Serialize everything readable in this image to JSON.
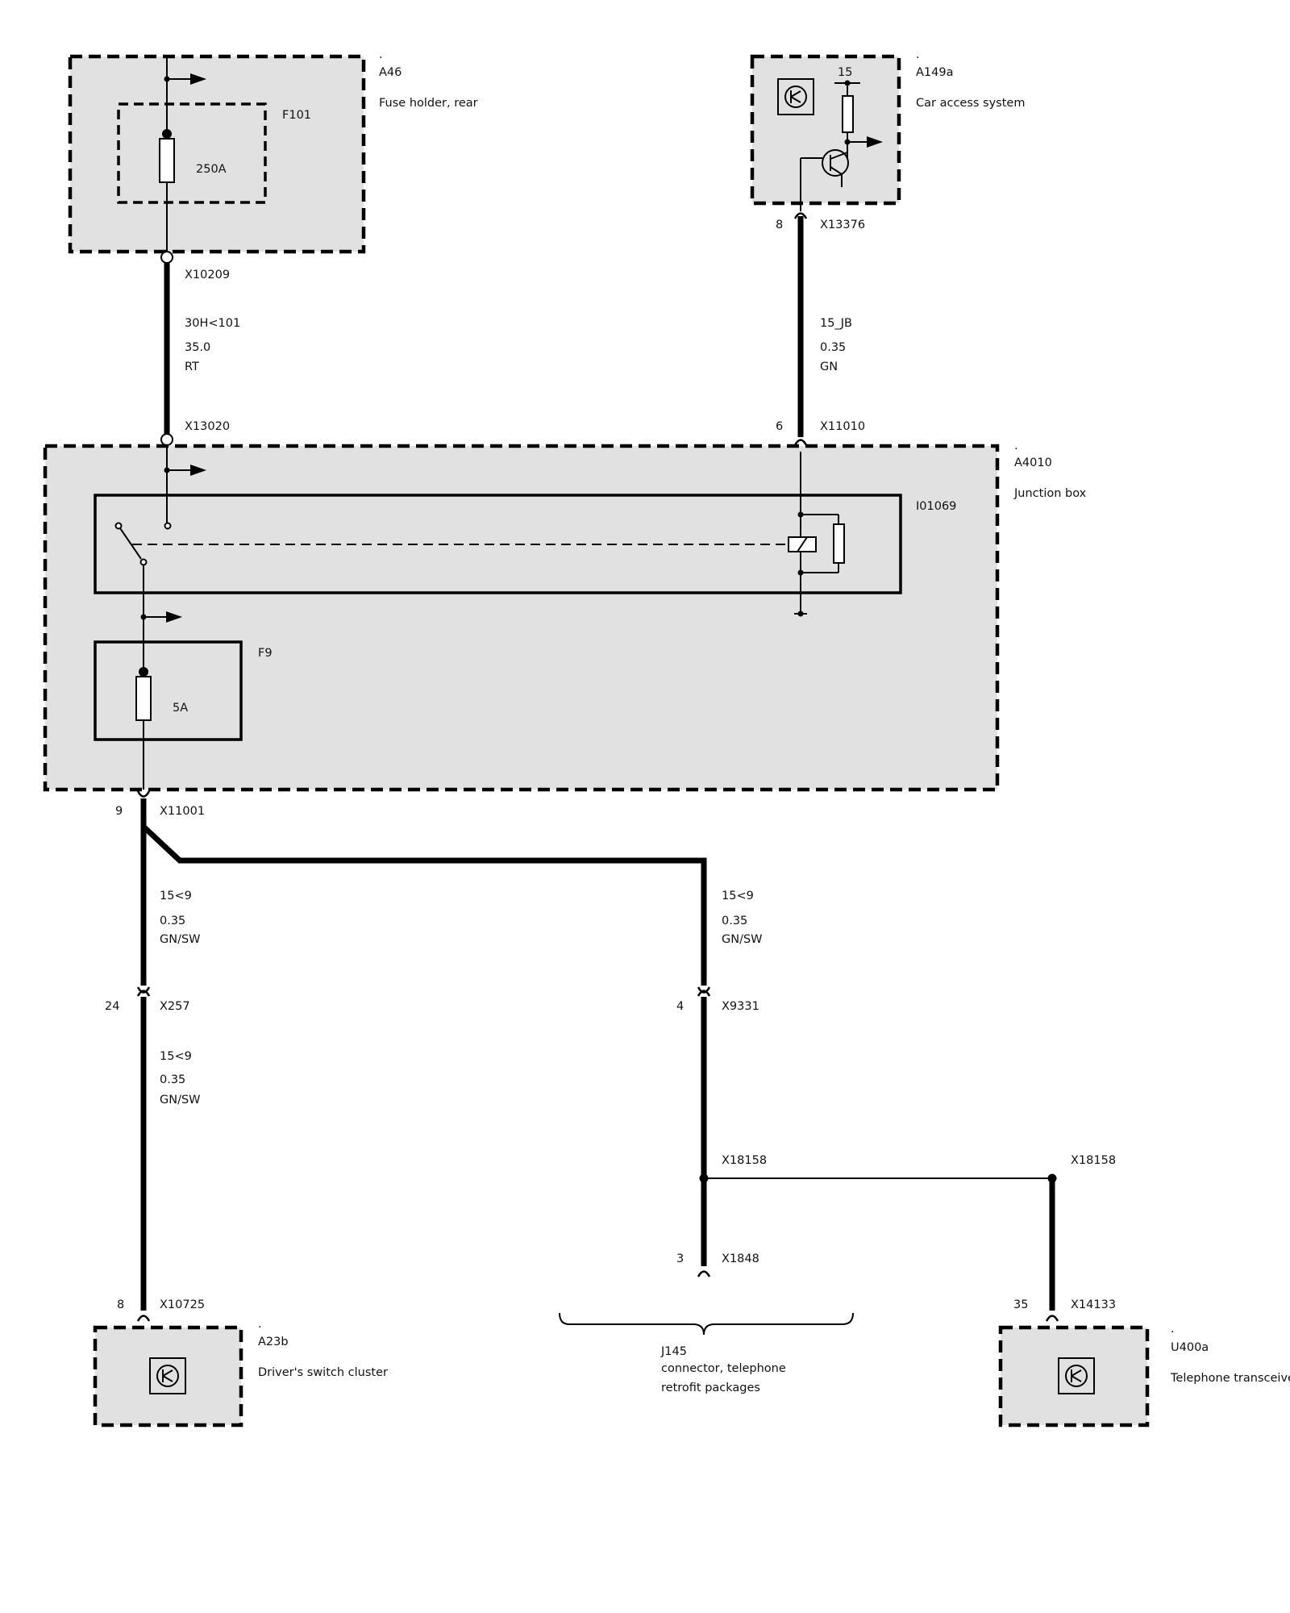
{
  "components": {
    "a46": {
      "dot": ".",
      "id": "A46",
      "name": "Fuse holder, rear"
    },
    "f101": {
      "id": "F101",
      "rating": "250A"
    },
    "a149a": {
      "dot": ".",
      "id": "A149a",
      "name": "Car access system",
      "terminal": "15"
    },
    "a4010": {
      "dot": ".",
      "id": "A4010",
      "name": "Junction box"
    },
    "i01069": {
      "id": "I01069"
    },
    "f9": {
      "id": "F9",
      "rating": "5A"
    },
    "a23b": {
      "dot": ".",
      "id": "A23b",
      "name": "Driver's switch cluster"
    },
    "u400a": {
      "dot": ".",
      "id": "U400a",
      "name": "Telephone transceiver"
    },
    "j145": {
      "id": "J145",
      "name_line1": "connector, telephone",
      "name_line2": "retrofit packages"
    }
  },
  "connectors": {
    "x10209": {
      "id": "X10209"
    },
    "x13376": {
      "pin": "8",
      "id": "X13376"
    },
    "x13020": {
      "id": "X13020"
    },
    "x11010": {
      "pin": "6",
      "id": "X11010"
    },
    "x11001": {
      "pin": "9",
      "id": "X11001"
    },
    "x257": {
      "pin": "24",
      "id": "X257"
    },
    "x9331": {
      "pin": "4",
      "id": "X9331"
    },
    "x18158_left": {
      "id": "X18158"
    },
    "x18158_right": {
      "id": "X18158"
    },
    "x1848": {
      "pin": "3",
      "id": "X1848"
    },
    "x10725": {
      "pin": "8",
      "id": "X10725"
    },
    "x14133": {
      "pin": "35",
      "id": "X14133"
    }
  },
  "wires": {
    "w_30h": {
      "signal": "30H<101",
      "gauge": "35.0",
      "color": "RT"
    },
    "w_15jb": {
      "signal": "15_JB",
      "gauge": "0.35",
      "color": "GN"
    },
    "w_15_9_a": {
      "signal": "15<9",
      "gauge": "0.35",
      "color": "GN/SW"
    },
    "w_15_9_b": {
      "signal": "15<9",
      "gauge": "0.35",
      "color": "GN/SW"
    },
    "w_15_9_c": {
      "signal": "15<9",
      "gauge": "0.35",
      "color": "GN/SW"
    }
  }
}
